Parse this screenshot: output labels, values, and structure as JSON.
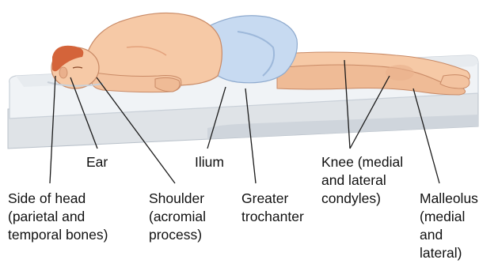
{
  "labels": {
    "ear": "Ear",
    "ilium": "Ilium",
    "knee": "Knee (medial\nand lateral\ncondyles)",
    "side_of_head": "Side of head\n(parietal and\ntemporal bones)",
    "shoulder": "Shoulder\n(acromial\nprocess)",
    "greater_trochanter": "Greater\ntrochanter",
    "malleolus": "Malleolus\n(medial\nand\nlateral)"
  },
  "colors": {
    "skin": "#f6c9a6",
    "skin_shadow": "#e3a27c",
    "hair": "#d4643a",
    "shorts": "#c7daf1",
    "shorts_shadow": "#9db8da",
    "mattress": "#f0f3f6",
    "mattress_edge": "#c9d0d8",
    "base": "#dfe3e7",
    "leader_line": "#1a1a1a"
  }
}
